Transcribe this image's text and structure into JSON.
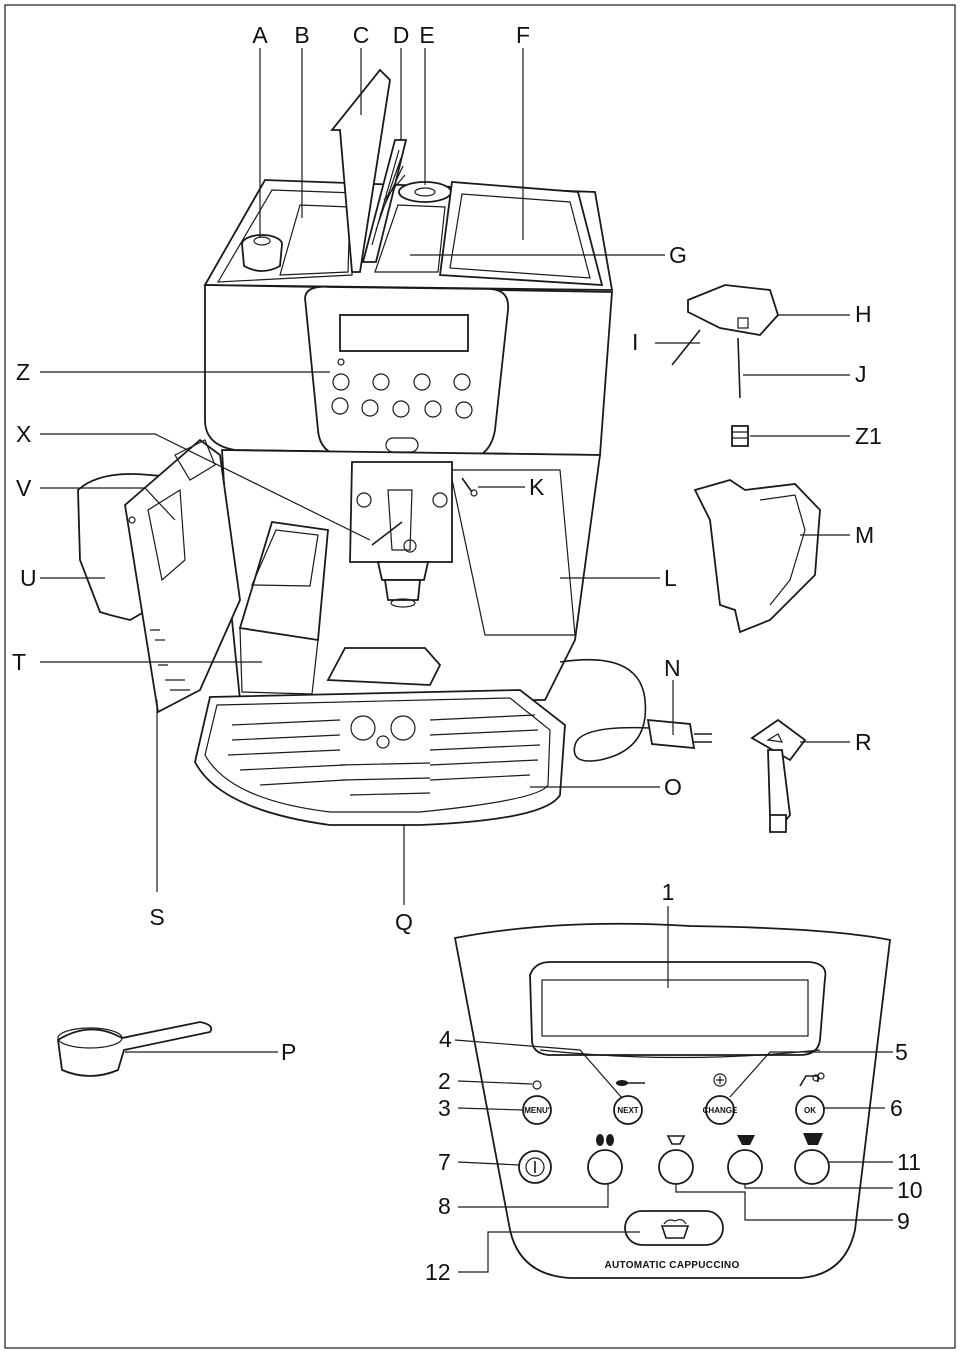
{
  "labels": {
    "A": "A",
    "B": "B",
    "C": "C",
    "D": "D",
    "E": "E",
    "F": "F",
    "G": "G",
    "H": "H",
    "I": "I",
    "J": "J",
    "K": "K",
    "L": "L",
    "M": "M",
    "N": "N",
    "O": "O",
    "P": "P",
    "Q": "Q",
    "R": "R",
    "S": "S",
    "T": "T",
    "U": "U",
    "V": "V",
    "X": "X",
    "Z": "Z",
    "Z1": "Z1",
    "n1": "1",
    "n2": "2",
    "n3": "3",
    "n4": "4",
    "n5": "5",
    "n6": "6",
    "n7": "7",
    "n8": "8",
    "n9": "9",
    "n10": "10",
    "n11": "11",
    "n12": "12"
  },
  "panel": {
    "menu_button": "MENU'",
    "next_button": "NEXT",
    "change_button": "CHANGE",
    "ok_button": "OK",
    "brand": "AUTOMATIC CAPPUCCINO"
  }
}
